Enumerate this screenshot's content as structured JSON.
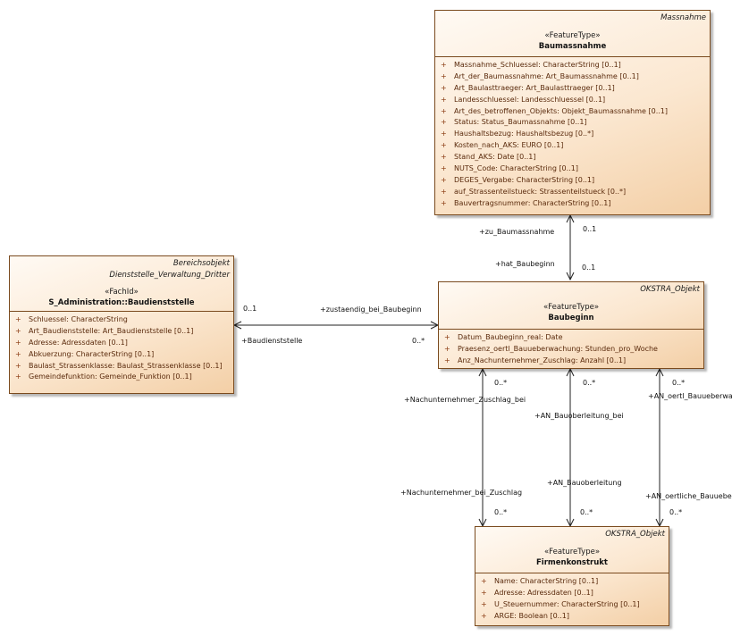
{
  "classes": {
    "baumassnahme": {
      "package": "Massnahme",
      "stereotype": "«FeatureType»",
      "name": "Baumassnahme",
      "attributes": [
        {
          "visibility": "+",
          "text": "Massnahme_Schluessel: CharacterString [0..1]"
        },
        {
          "visibility": "+",
          "text": "Art_der_Baumassnahme: Art_Baumassnahme [0..1]"
        },
        {
          "visibility": "+",
          "text": "Art_Baulasttraeger: Art_Baulasttraeger [0..1]"
        },
        {
          "visibility": "+",
          "text": "Landesschluessel: Landesschluessel [0..1]"
        },
        {
          "visibility": "+",
          "text": "Art_des_betroffenen_Objekts: Objekt_Baumassnahme [0..1]"
        },
        {
          "visibility": "+",
          "text": "Status: Status_Baumassnahme [0..1]"
        },
        {
          "visibility": "+",
          "text": "Haushaltsbezug: Haushaltsbezug [0..*]"
        },
        {
          "visibility": "+",
          "text": "Kosten_nach_AKS: EURO [0..1]"
        },
        {
          "visibility": "+",
          "text": "Stand_AKS: Date [0..1]"
        },
        {
          "visibility": "+",
          "text": "NUTS_Code: CharacterString [0..1]"
        },
        {
          "visibility": "+",
          "text": "DEGES_Vergabe: CharacterString [0..1]"
        },
        {
          "visibility": "+",
          "text": "auf_Strassenteilstueck: Strassenteilstueck [0..*]"
        },
        {
          "visibility": "+",
          "text": "Bauvertragsnummer: CharacterString [0..1]"
        }
      ]
    },
    "baudienststelle": {
      "package": "Bereichsobjekt",
      "package2": "Dienststelle_Verwaltung_Dritter",
      "stereotype": "«FachId»",
      "name": "S_Administration::Baudienststelle",
      "attributes": [
        {
          "visibility": "+",
          "text": "Schluessel: CharacterString"
        },
        {
          "visibility": "+",
          "text": "Art_Baudienststelle: Art_Baudienststelle [0..1]"
        },
        {
          "visibility": "+",
          "text": "Adresse: Adressdaten [0..1]"
        },
        {
          "visibility": "+",
          "text": "Abkuerzung: CharacterString [0..1]"
        },
        {
          "visibility": "+",
          "text": "Baulast_Strassenklasse: Baulast_Strassenklasse [0..1]"
        },
        {
          "visibility": "+",
          "text": "Gemeindefunktion: Gemeinde_Funktion [0..1]"
        }
      ]
    },
    "baubeginn": {
      "package": "OKSTRA_Objekt",
      "stereotype": "«FeatureType»",
      "name": "Baubeginn",
      "attributes": [
        {
          "visibility": "+",
          "text": "Datum_Baubeginn_real: Date"
        },
        {
          "visibility": "+",
          "text": "Praesenz_oertl_Bauueberwachung: Stunden_pro_Woche"
        },
        {
          "visibility": "+",
          "text": "Anz_Nachunternehmer_Zuschlag: Anzahl [0..1]"
        }
      ]
    },
    "firmenkonstrukt": {
      "package": "OKSTRA_Objekt",
      "stereotype": "«FeatureType»",
      "name": "Firmenkonstrukt",
      "attributes": [
        {
          "visibility": "+",
          "text": "Name: CharacterString [0..1]"
        },
        {
          "visibility": "+",
          "text": "Adresse: Adressdaten [0..1]"
        },
        {
          "visibility": "+",
          "text": "U_Steuernummer: CharacterString [0..1]"
        },
        {
          "visibility": "+",
          "text": "ARGE: Boolean [0..1]"
        }
      ]
    }
  },
  "associations": {
    "baumassnahme_baubeginn": {
      "role_top": "+zu_Baumassnahme",
      "mult_top": "0..1",
      "role_bottom": "+hat_Baubeginn",
      "mult_bottom": "0..1"
    },
    "baudienststelle_baubeginn": {
      "role_left": "+Baudienststelle",
      "mult_left": "0..1",
      "role_right": "+zustaendig_bei_Baubeginn",
      "mult_right": "0..*"
    },
    "nachunternehmer": {
      "role_top": "+Nachunternehmer_Zuschlag_bei",
      "mult_top": "0..*",
      "role_bottom": "+Nachunternehmer_bei_Zuschlag",
      "mult_bottom": "0..*"
    },
    "bauoberleitung": {
      "role_top": "+AN_Bauoberleitung_bei",
      "mult_top": "0..*",
      "role_bottom": "+AN_Bauoberleitung",
      "mult_bottom": "0..*"
    },
    "oertliche_bauueberwachung": {
      "role_top": "+AN_oertl_Bauueberwa",
      "mult_top": "0..*",
      "role_bottom": "+AN_oertliche_Bauueber",
      "mult_bottom": "0..*"
    }
  }
}
